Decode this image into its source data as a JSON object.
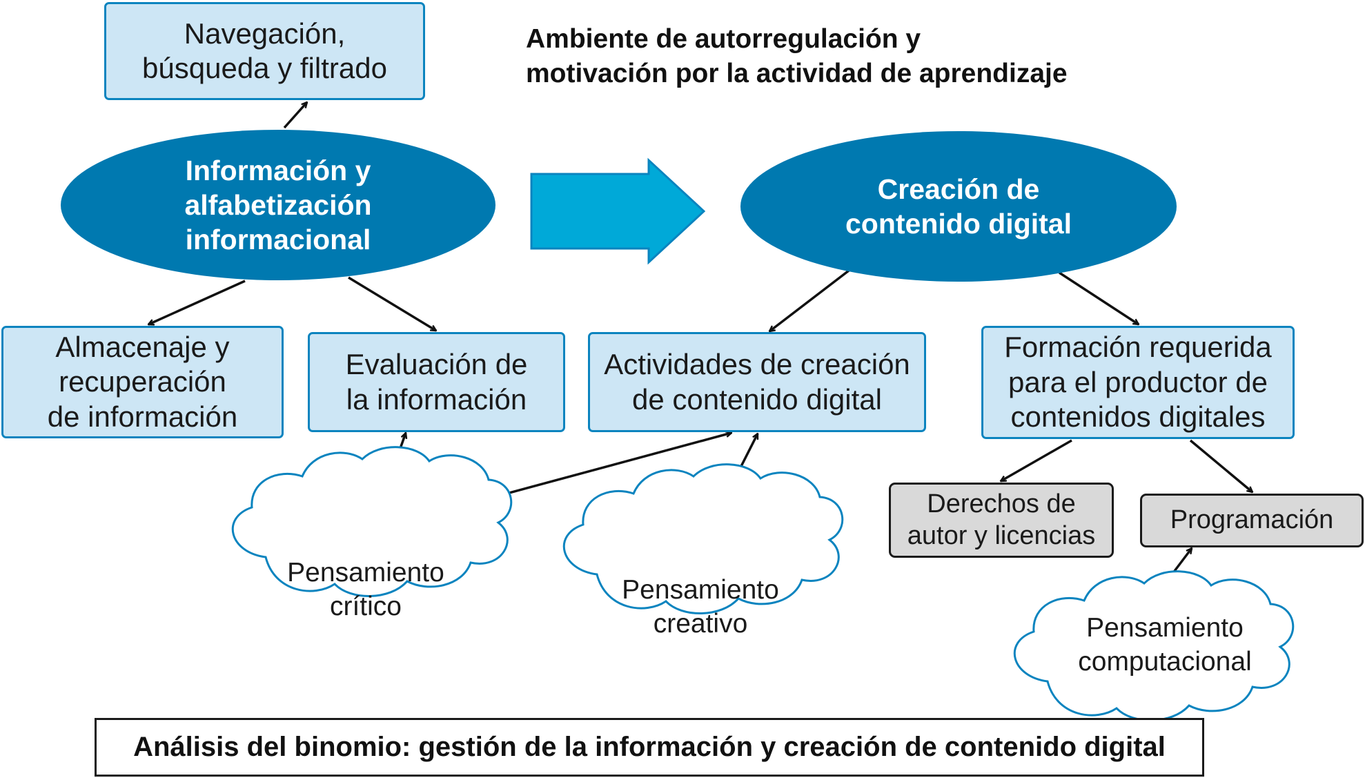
{
  "heading": "Ambiente de autorregulación y\nmotivación por la actividad de aprendizaje",
  "caption": "Análisis del binomio: gestión de la información y creación de contenido digital",
  "nodes": {
    "navegacion": "Navegación,\nbúsqueda y filtrado",
    "informacion": "Información y\nalfabetización\ninformacional",
    "creacion": "Creación de\ncontenido digital",
    "almacenaje": "Almacenaje y\nrecuperación\nde información",
    "evaluacion": "Evaluación de\nla información",
    "actividades": "Actividades de creación\nde contenido digital",
    "formacion": "Formación requerida\npara el productor de\ncontenidos digitales",
    "derechos": "Derechos de\nautor y licencias",
    "programacion": "Programación",
    "critico": "Pensamiento\ncrítico",
    "creativo": "Pensamiento\ncreativo",
    "computacional": "Pensamiento\ncomputacional"
  },
  "colors": {
    "ellipse_fill": "#0079b0",
    "box_fill": "#cde6f5",
    "box_border": "#0b84bf",
    "block_arrow": "#00a9d8",
    "gray_fill": "#d9d9d9"
  }
}
